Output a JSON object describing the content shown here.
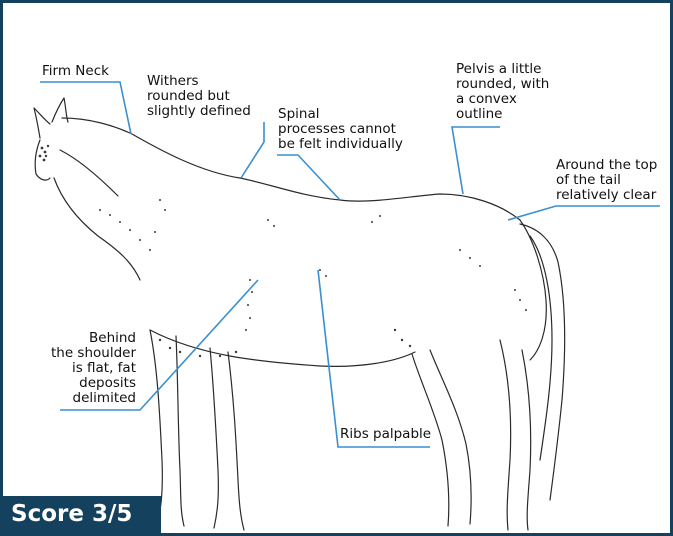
{
  "annotations": {
    "firm_neck": "Firm Neck",
    "withers": "Withers\nrounded but\nslightly defined",
    "spinal": "Spinal\nprocesses cannot\nbe felt individually",
    "pelvis": "Pelvis a little\nrounded, with\na convex\noutline",
    "tail": "Around the top\nof the tail\nrelatively clear",
    "shoulder": "Behind\nthe shoulder\nis flat, fat\ndeposits\ndelimited",
    "ribs": "Ribs palpable"
  },
  "score": "Score 3/5",
  "colors": {
    "frame": "#14425e",
    "leader_line": "#3a8fd0",
    "outline": "#2a2a2a"
  }
}
